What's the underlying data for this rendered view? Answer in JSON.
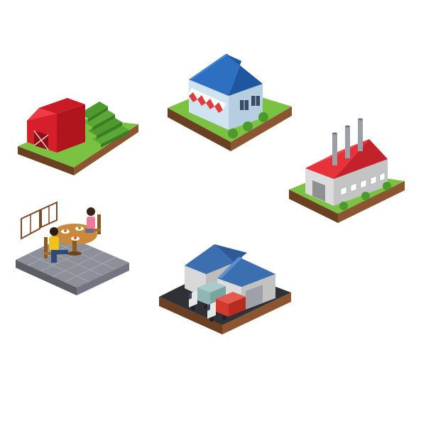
{
  "scene": {
    "background": "#ffffff",
    "tiles": [
      {
        "id": "farm",
        "icon": "barn-farm-icon",
        "colors": {
          "barn": "#d61f2a",
          "field": "#5fae3a",
          "ground": "#7a4a2b"
        }
      },
      {
        "id": "shop",
        "icon": "shop-house-icon",
        "colors": {
          "walls": "#cfe3f0",
          "roof": "#2d6fc0",
          "awning": "#e23b3b"
        }
      },
      {
        "id": "factory",
        "icon": "factory-icon",
        "colors": {
          "roof": "#e8323a",
          "walls": "#dcdcdc",
          "chimney": "#9aa0a6"
        }
      },
      {
        "id": "dining",
        "icon": "dining-people-icon",
        "colors": {
          "floor": "#8d8f99",
          "table": "#c98a3b"
        }
      },
      {
        "id": "warehouse",
        "icon": "warehouse-trucks-icon",
        "colors": {
          "roof": "#3c6fb0",
          "truck_cab": "#d33a2e",
          "truck_box": "#8fb6b3"
        }
      }
    ]
  }
}
